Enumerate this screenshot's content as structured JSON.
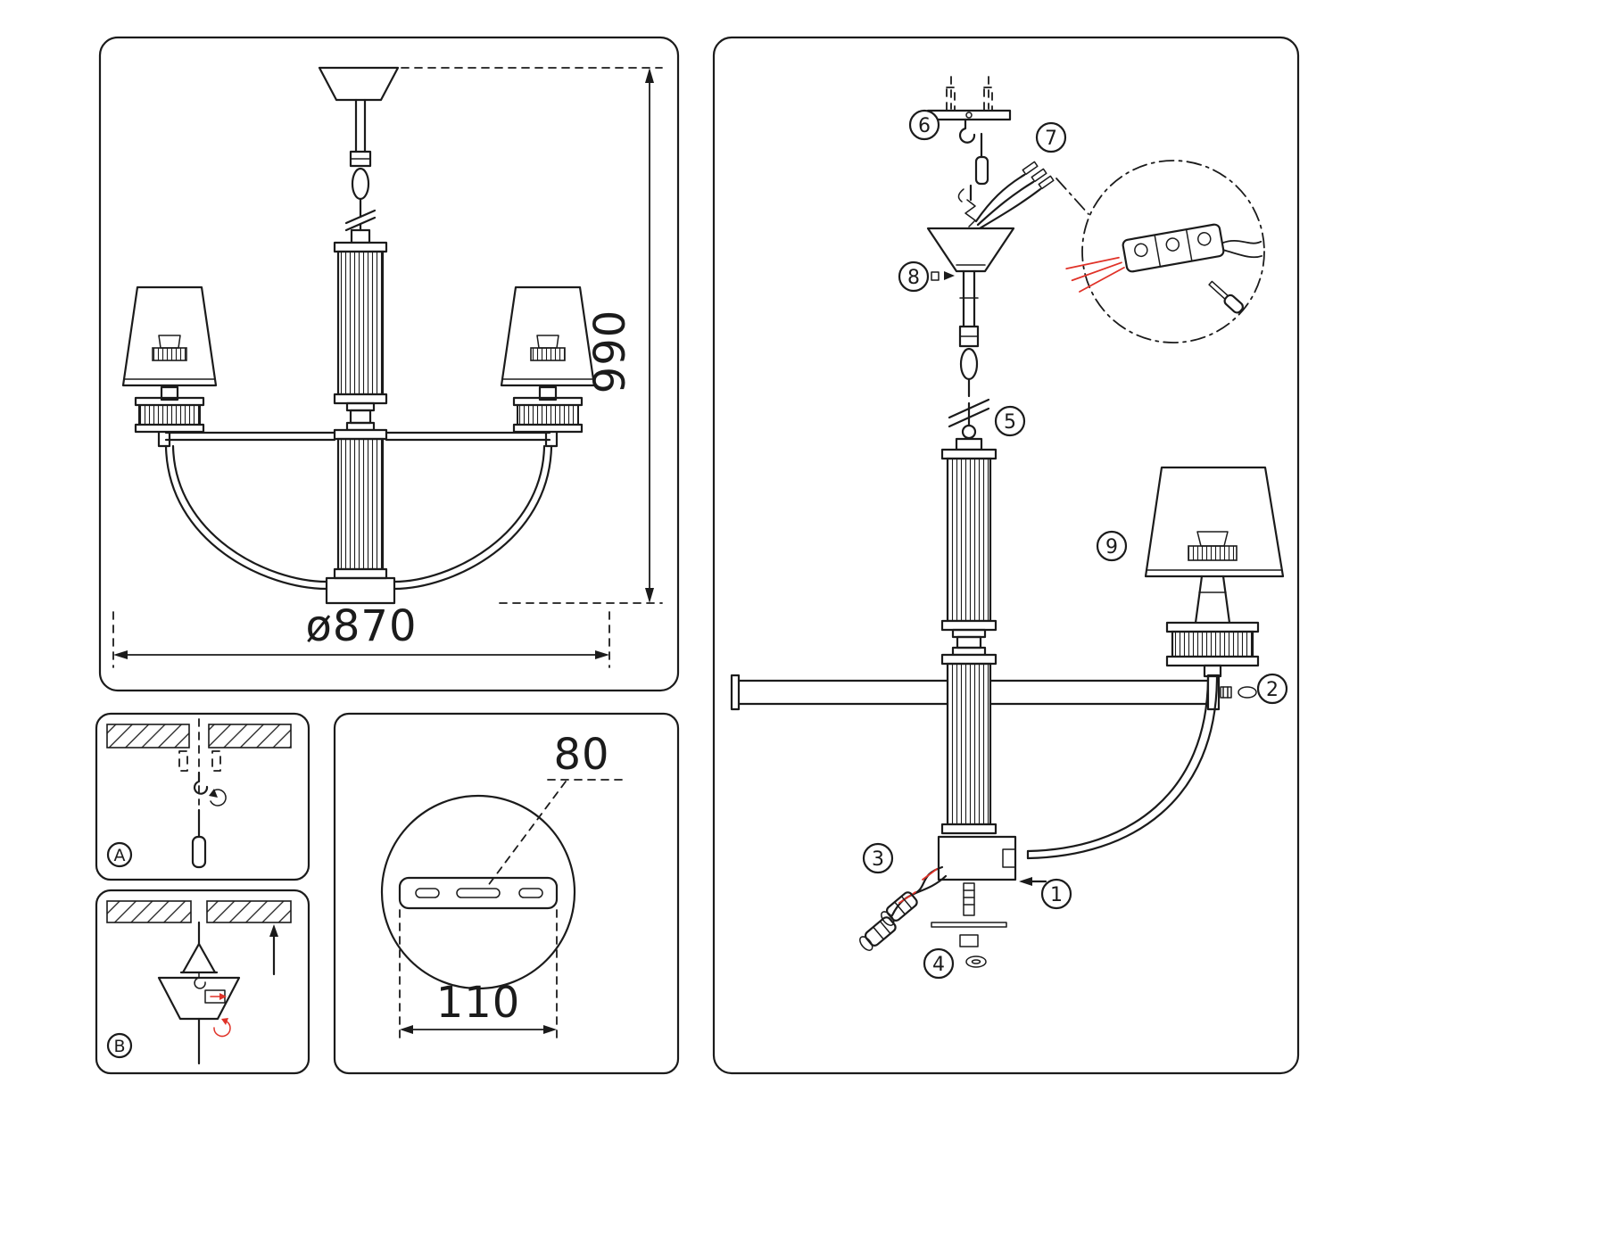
{
  "front_view": {
    "dim_height": "990",
    "dim_diameter": "ø870"
  },
  "details": {
    "a_label": "A",
    "b_label": "B"
  },
  "plate_detail": {
    "dim_hole_spacing": "80",
    "dim_plate_width": "110"
  },
  "exploded": {
    "steps": [
      "1",
      "2",
      "3",
      "4",
      "5",
      "6",
      "7",
      "8",
      "9"
    ]
  },
  "colors": {
    "line": "#1b1b1b",
    "wire_red": "#e03228"
  }
}
